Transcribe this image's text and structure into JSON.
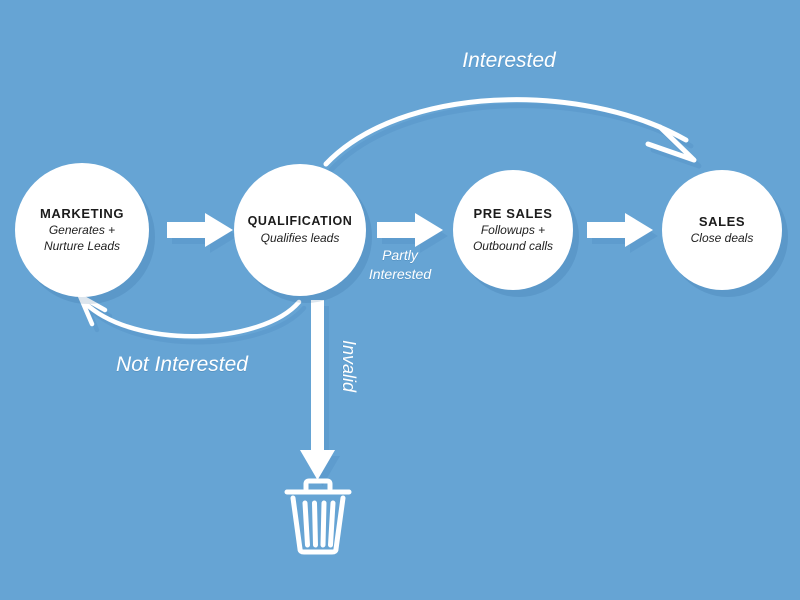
{
  "diagram": {
    "title": "Lead qualification sales funnel flowchart",
    "background_color": "#66a4d4",
    "node_color": "#ffffff",
    "label_color": "#ffffff",
    "text_color": "#1c1c1c",
    "nodes": [
      {
        "id": "marketing",
        "title": "MARKETING",
        "subtitle_line1": "Generates +",
        "subtitle_line2": "Nurture Leads"
      },
      {
        "id": "qualification",
        "title": "QUALIFICATION",
        "subtitle_line1": "Qualifies leads",
        "subtitle_line2": ""
      },
      {
        "id": "pre-sales",
        "title": "PRE SALES",
        "subtitle_line1": "Followups +",
        "subtitle_line2": "Outbound calls"
      },
      {
        "id": "sales",
        "title": "SALES",
        "subtitle_line1": "Close deals",
        "subtitle_line2": ""
      }
    ],
    "edges": [
      {
        "id": "marketing-to-qualification",
        "label": "",
        "style": "straight-arrow"
      },
      {
        "id": "qualification-to-presales",
        "label": "Partly\nInterested",
        "style": "straight-arrow"
      },
      {
        "id": "presales-to-sales",
        "label": "",
        "style": "straight-arrow"
      },
      {
        "id": "qualification-to-sales",
        "label": "Interested",
        "style": "curved-arrow-over"
      },
      {
        "id": "qualification-to-marketing",
        "label": "Not Interested",
        "style": "curved-arrow-under"
      },
      {
        "id": "qualification-to-trash",
        "label": "Invalid",
        "style": "thick-down-arrow"
      }
    ],
    "labels": {
      "interested": "Interested",
      "partly_interested_line1": "Partly",
      "partly_interested_line2": "Interested",
      "not_interested": "Not Interested",
      "invalid": "Invalid"
    },
    "icons": {
      "trash": "trash-can-icon"
    }
  }
}
